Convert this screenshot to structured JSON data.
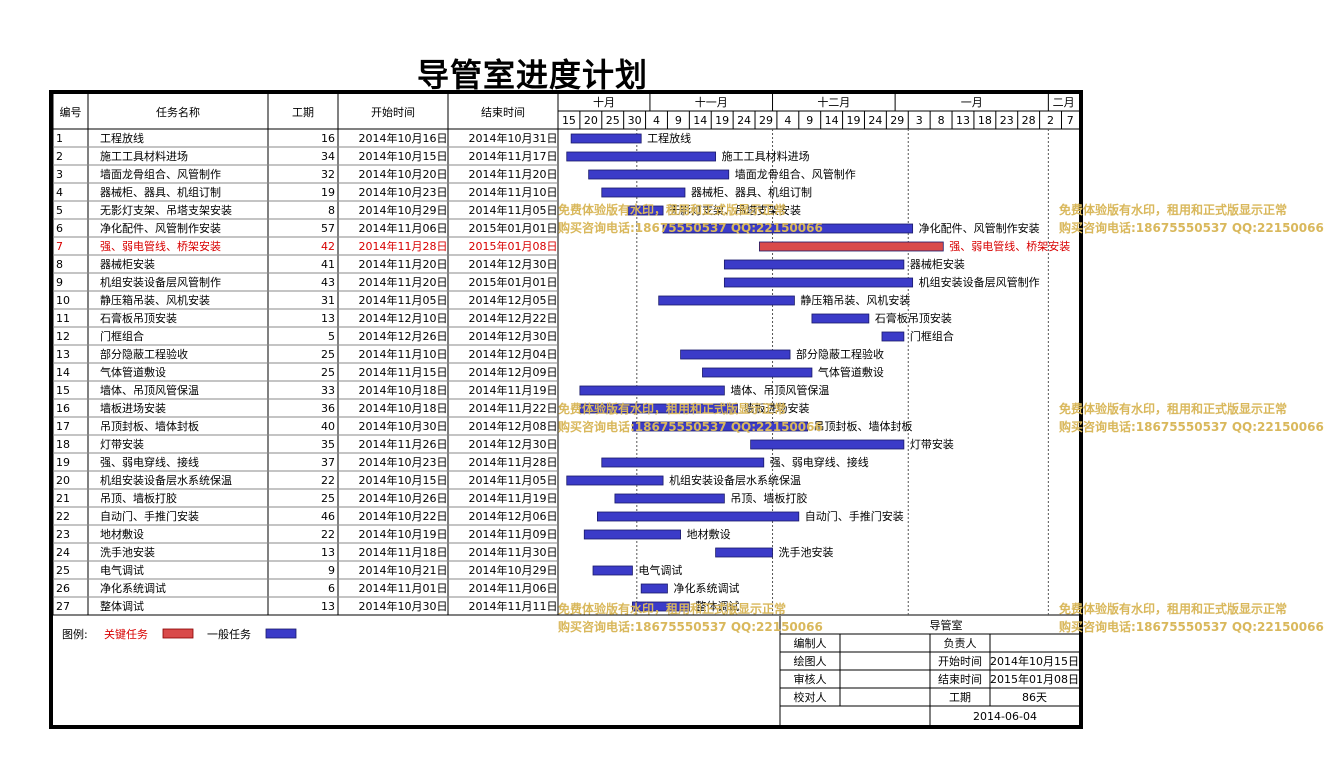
{
  "title": "导管室进度计划",
  "headers": {
    "id": "编号",
    "name": "任务名称",
    "duration": "工期",
    "start": "开始时间",
    "end": "结束时间"
  },
  "timeline": {
    "start_date": "2014-10-13",
    "end_date": "2015-02-09",
    "months": [
      {
        "label": "十月",
        "start": "2014-10-13"
      },
      {
        "label": "十一月",
        "start": "2014-11-03"
      },
      {
        "label": "十二月",
        "start": "2014-12-01"
      },
      {
        "label": "一月",
        "start": "2014-12-29"
      },
      {
        "label": "二月",
        "start": "2015-02-02"
      }
    ],
    "ticks": [
      "15",
      "20",
      "25",
      "30",
      "4",
      "9",
      "14",
      "19",
      "24",
      "29",
      "4",
      "9",
      "14",
      "19",
      "24",
      "29",
      "3",
      "8",
      "13",
      "18",
      "23",
      "28",
      "2",
      "7"
    ]
  },
  "chart_data": {
    "type": "gantt",
    "title": "导管室进度计划",
    "tasks": [
      {
        "id": "1",
        "name": "工程放线",
        "duration": "16",
        "start": "2014年10月16日",
        "end": "2014年10月31日",
        "bar_start": "2014-10-16",
        "bar_end": "2014-10-31",
        "critical": false
      },
      {
        "id": "2",
        "name": "施工工具材料进场",
        "duration": "34",
        "start": "2014年10月15日",
        "end": "2014年11月17日",
        "bar_start": "2014-10-15",
        "bar_end": "2014-11-17",
        "critical": false
      },
      {
        "id": "3",
        "name": "墙面龙骨组合、风管制作",
        "duration": "32",
        "start": "2014年10月20日",
        "end": "2014年11月20日",
        "bar_start": "2014-10-20",
        "bar_end": "2014-11-20",
        "critical": false
      },
      {
        "id": "4",
        "name": "器械柜、器具、机组订制",
        "duration": "19",
        "start": "2014年10月23日",
        "end": "2014年11月10日",
        "bar_start": "2014-10-23",
        "bar_end": "2014-11-10",
        "critical": false
      },
      {
        "id": "5",
        "name": "无影灯支架、吊塔支架安装",
        "duration": "8",
        "start": "2014年10月29日",
        "end": "2014年11月05日",
        "bar_start": "2014-10-29",
        "bar_end": "2014-11-05",
        "critical": false
      },
      {
        "id": "6",
        "name": "净化配件、风管制作安装",
        "duration": "57",
        "start": "2014年11月06日",
        "end": "2015年01月01日",
        "bar_start": "2014-11-06",
        "bar_end": "2015-01-01",
        "critical": false
      },
      {
        "id": "7",
        "name": "强、弱电管线、桥架安装",
        "duration": "42",
        "start": "2014年11月28日",
        "end": "2015年01月08日",
        "bar_start": "2014-11-28",
        "bar_end": "2015-01-08",
        "critical": true
      },
      {
        "id": "8",
        "name": "器械柜安装",
        "duration": "41",
        "start": "2014年11月20日",
        "end": "2014年12月30日",
        "bar_start": "2014-11-20",
        "bar_end": "2014-12-30",
        "critical": false
      },
      {
        "id": "9",
        "name": "机组安装设备层风管制作",
        "duration": "43",
        "start": "2014年11月20日",
        "end": "2015年01月01日",
        "bar_start": "2014-11-20",
        "bar_end": "2015-01-01",
        "critical": false
      },
      {
        "id": "10",
        "name": "静压箱吊装、风机安装",
        "duration": "31",
        "start": "2014年11月05日",
        "end": "2014年12月05日",
        "bar_start": "2014-11-05",
        "bar_end": "2014-12-05",
        "critical": false
      },
      {
        "id": "11",
        "name": "石膏板吊顶安装",
        "duration": "13",
        "start": "2014年12月10日",
        "end": "2014年12月22日",
        "bar_start": "2014-12-10",
        "bar_end": "2014-12-22",
        "critical": false
      },
      {
        "id": "12",
        "name": "门框组合",
        "duration": "5",
        "start": "2014年12月26日",
        "end": "2014年12月30日",
        "bar_start": "2014-12-26",
        "bar_end": "2014-12-30",
        "critical": false
      },
      {
        "id": "13",
        "name": "部分隐蔽工程验收",
        "duration": "25",
        "start": "2014年11月10日",
        "end": "2014年12月04日",
        "bar_start": "2014-11-10",
        "bar_end": "2014-12-04",
        "critical": false
      },
      {
        "id": "14",
        "name": "气体管道敷设",
        "duration": "25",
        "start": "2014年11月15日",
        "end": "2014年12月09日",
        "bar_start": "2014-11-15",
        "bar_end": "2014-12-09",
        "critical": false
      },
      {
        "id": "15",
        "name": "墙体、吊顶风管保温",
        "duration": "33",
        "start": "2014年10月18日",
        "end": "2014年11月19日",
        "bar_start": "2014-10-18",
        "bar_end": "2014-11-19",
        "critical": false
      },
      {
        "id": "16",
        "name": "墙板进场安装",
        "duration": "36",
        "start": "2014年10月18日",
        "end": "2014年11月22日",
        "bar_start": "2014-10-18",
        "bar_end": "2014-11-22",
        "critical": false
      },
      {
        "id": "17",
        "name": "吊顶封板、墙体封板",
        "duration": "40",
        "start": "2014年10月30日",
        "end": "2014年12月08日",
        "bar_start": "2014-10-30",
        "bar_end": "2014-12-08",
        "critical": false
      },
      {
        "id": "18",
        "name": "灯带安装",
        "duration": "35",
        "start": "2014年11月26日",
        "end": "2014年12月30日",
        "bar_start": "2014-11-26",
        "bar_end": "2014-12-30",
        "critical": false
      },
      {
        "id": "19",
        "name": "强、弱电穿线、接线",
        "duration": "37",
        "start": "2014年10月23日",
        "end": "2014年11月28日",
        "bar_start": "2014-10-23",
        "bar_end": "2014-11-28",
        "critical": false
      },
      {
        "id": "20",
        "name": "机组安装设备层水系统保温",
        "duration": "22",
        "start": "2014年10月15日",
        "end": "2014年11月05日",
        "bar_start": "2014-10-15",
        "bar_end": "2014-11-05",
        "critical": false
      },
      {
        "id": "21",
        "name": "吊顶、墙板打胶",
        "duration": "25",
        "start": "2014年10月26日",
        "end": "2014年11月19日",
        "bar_start": "2014-10-26",
        "bar_end": "2014-11-19",
        "critical": false
      },
      {
        "id": "22",
        "name": "自动门、手推门安装",
        "duration": "46",
        "start": "2014年10月22日",
        "end": "2014年12月06日",
        "bar_start": "2014-10-22",
        "bar_end": "2014-12-06",
        "critical": false
      },
      {
        "id": "23",
        "name": "地材敷设",
        "duration": "22",
        "start": "2014年10月19日",
        "end": "2014年11月09日",
        "bar_start": "2014-10-19",
        "bar_end": "2014-11-09",
        "critical": false
      },
      {
        "id": "24",
        "name": "洗手池安装",
        "duration": "13",
        "start": "2014年11月18日",
        "end": "2014年11月30日",
        "bar_start": "2014-11-18",
        "bar_end": "2014-11-30",
        "critical": false
      },
      {
        "id": "25",
        "name": "电气调试",
        "duration": "9",
        "start": "2014年10月21日",
        "end": "2014年10月29日",
        "bar_start": "2014-10-21",
        "bar_end": "2014-10-29",
        "critical": false
      },
      {
        "id": "26",
        "name": "净化系统调试",
        "duration": "6",
        "start": "2014年11月01日",
        "end": "2014年11月06日",
        "bar_start": "2014-11-01",
        "bar_end": "2014-11-06",
        "critical": false
      },
      {
        "id": "27",
        "name": "整体调试",
        "duration": "13",
        "start": "2014年10月30日",
        "end": "2014年11月11日",
        "bar_start": "2014-10-30",
        "bar_end": "2014-11-11",
        "critical": false
      }
    ],
    "status_lines": [
      "2014-10-31",
      "2014-12-01",
      "2015-01-01",
      "2015-02-02"
    ]
  },
  "legend": {
    "label": "图例:",
    "critical": "关键任务",
    "normal": "一般任务",
    "critical_color": "#d94a4a",
    "normal_color": "#3b3bc8"
  },
  "colors": {
    "critical_text": "#d80000",
    "bar_normal": "#3b3bc8",
    "bar_critical": "#d94a4a",
    "watermark": "#d9b85c"
  },
  "infobox": {
    "project": "导管室",
    "rows": [
      {
        "l1": "编制人",
        "v1": "",
        "l2": "负责人",
        "v2": ""
      },
      {
        "l1": "绘图人",
        "v1": "",
        "l2": "开始时间",
        "v2": "2014年10月15日"
      },
      {
        "l1": "审核人",
        "v1": "",
        "l2": "结束时间",
        "v2": "2015年01月08日"
      },
      {
        "l1": "校对人",
        "v1": "",
        "l2": "工期",
        "v2": "86天"
      }
    ],
    "date": "2014-06-04"
  },
  "watermark": {
    "line1": "免费体验版有水印，租用和正式版显示正常",
    "line2": "购买咨询电话:18675550537 QQ:22150066"
  }
}
